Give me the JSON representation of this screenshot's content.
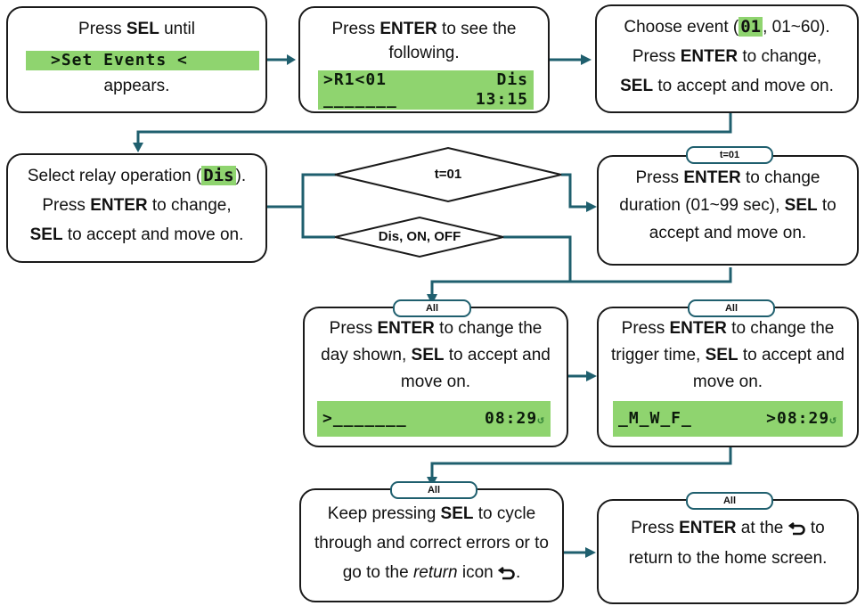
{
  "colors": {
    "lcd": "#8fd46f",
    "connector": "#1f5f6e",
    "border": "#1a1a1a"
  },
  "step1": {
    "pre": "Press ",
    "bold": "SEL",
    "post": " until",
    "lcd": ">Set Events <",
    "after": "appears."
  },
  "step2": {
    "pre": "Press ",
    "bold": "ENTER",
    "post": " to see the following.",
    "lcd_l1_left": ">R1<01",
    "lcd_l1_right": "Dis",
    "lcd_l2_left": "_______",
    "lcd_l2_right": "13:15"
  },
  "step3": {
    "pre": "Choose event (",
    "hl": "01",
    "mid": ", 01~60).",
    "l2_pre": "Press ",
    "l2_bold": "ENTER",
    "l2_post": " to change,",
    "l3_bold": "SEL",
    "l3_post": " to accept and move on."
  },
  "step4": {
    "pre": "Select relay operation (",
    "hl": "Dis",
    "post": ").",
    "l2_pre": "Press ",
    "l2_bold": "ENTER",
    "l2_post": " to change,",
    "l3_bold": "SEL",
    "l3_post": " to accept and move on."
  },
  "decision": {
    "top": "t=01",
    "bottom": "Dis, ON, OFF"
  },
  "step5": {
    "tag": "t=01",
    "pre": "Press ",
    "bold": "ENTER",
    "post": " to change duration (01~99 sec), ",
    "bold2": "SEL",
    "post2": " to accept and move on."
  },
  "step6": {
    "tag": "All",
    "pre": "Press ",
    "bold": "ENTER",
    "post": " to change the day shown, ",
    "bold2": "SEL",
    "post2": " to accept and move on.",
    "lcd_left": ">_______",
    "lcd_right": "08:29"
  },
  "step7": {
    "tag": "All",
    "pre": "Press ",
    "bold": "ENTER",
    "post": " to change the trigger time, ",
    "bold2": "SEL",
    "post2": " to accept and move on.",
    "lcd_left": "_M_W_F_",
    "lcd_right": ">08:29"
  },
  "step8": {
    "tag": "All",
    "pre": "Keep pressing ",
    "bold": "SEL",
    "post": " to cycle through and correct errors or to go to the ",
    "ital": "return",
    "post2": " icon"
  },
  "step9": {
    "tag": "All",
    "pre": "Press ",
    "bold": "ENTER",
    "post": " at the",
    "post2": " to return to the home screen."
  }
}
